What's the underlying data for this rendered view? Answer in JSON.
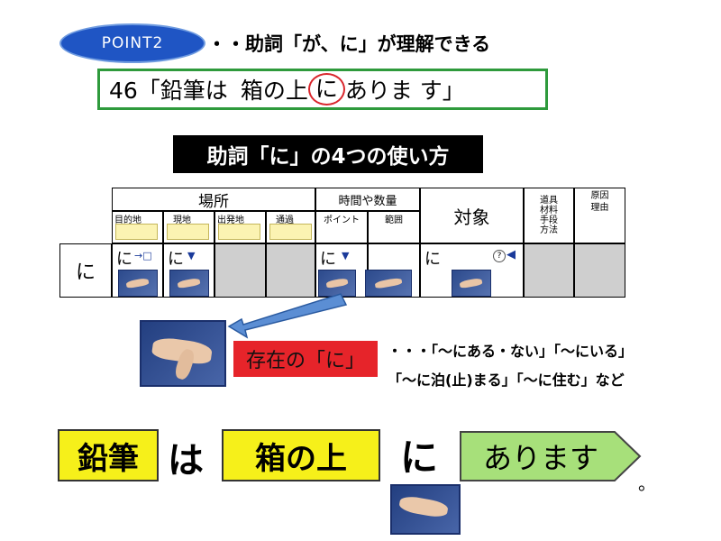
{
  "header": {
    "badge": "POINT2",
    "caption": "・・助詞「が、に」が理解できる"
  },
  "sentence": {
    "before_gap": "46「鉛筆は",
    "after_gap": "箱の上",
    "circled": "に",
    "end": "ありま す」"
  },
  "usage_title": "助詞「に」の4つの使い方",
  "table": {
    "group_place": "場所",
    "place_sub": [
      "目的地",
      "現地",
      "出発地",
      "通過"
    ],
    "group_time": "時間や数量",
    "time_sub": [
      "ポイント",
      "範囲"
    ],
    "target": "対象",
    "tools": "道具\n材料\n手段\n方法",
    "cause": "原因\n理由",
    "row_label": "に",
    "cell_ni": "に",
    "qmark": "?"
  },
  "lower": {
    "existence_label": "存在の「に」",
    "examples_line1": "・・・「～にある・ない」「～にいる」",
    "examples_line2": "「～に泊(止)まる」「～に住む」など"
  },
  "bottom_sentence": {
    "block1": "鉛筆",
    "particle1": "は",
    "block2": "箱の上",
    "particle2": "に",
    "arrow_label": "あります",
    "period": "。"
  },
  "colors": {
    "badge_blue": "#1f55c4",
    "sentence_border_green": "#2e9a3c",
    "circle_red": "#d9262c",
    "existence_red": "#e6242a",
    "block_yellow": "#f6f01a",
    "arrow_green": "#a7e07a"
  }
}
